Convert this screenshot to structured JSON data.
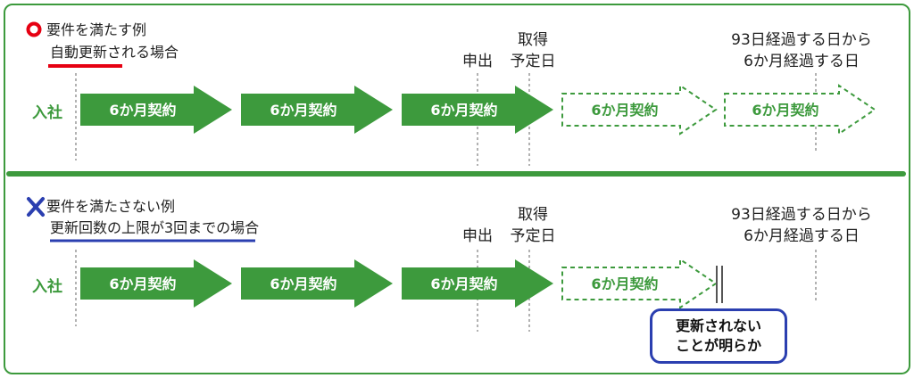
{
  "top": {
    "title": "要件を満たす例",
    "subtitle": "自動更新される場合",
    "label_start": "入社",
    "label_apply": "申出",
    "label_planned_line1": "取得",
    "label_planned_line2": "予定日",
    "label_93_line1": "93日経過する日から",
    "label_93_line2": "6か月経過する日",
    "blocks": [
      "6か月契約",
      "6か月契約",
      "6か月契約",
      "6か月契約",
      "6か月契約"
    ]
  },
  "bottom": {
    "title": "要件を満たさない例",
    "subtitle": "更新回数の上限が3回までの場合",
    "label_start": "入社",
    "label_apply": "申出",
    "label_planned_line1": "取得",
    "label_planned_line2": "予定日",
    "label_93_line1": "93日経過する日から",
    "label_93_line2": "6か月経過する日",
    "blocks": [
      "6か月契約",
      "6か月契約",
      "6か月契約",
      "6か月契約"
    ],
    "note_line1": "更新されない",
    "note_line2": "ことが明らか"
  },
  "colors": {
    "green": "#3d9a3d",
    "ok_mark": "#e60012",
    "ng_mark": "#2b3fb0"
  }
}
